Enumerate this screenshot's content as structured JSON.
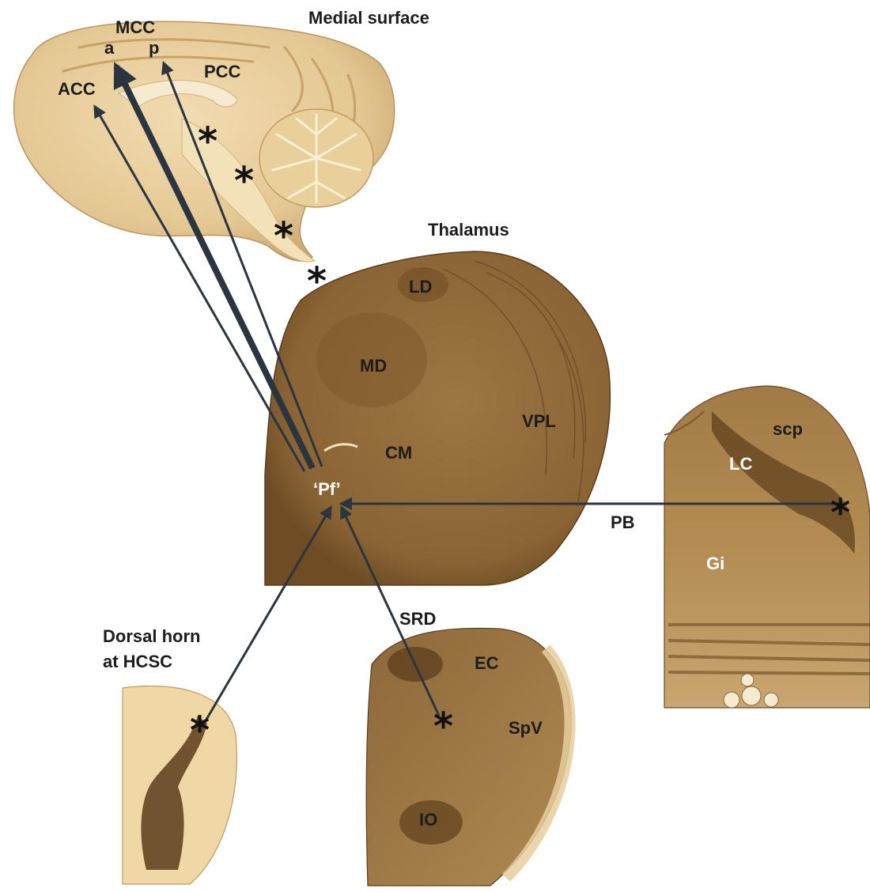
{
  "figure": {
    "labels": {
      "medial_surface": "Medial surface",
      "mcc": "MCC",
      "mcc_a": "a",
      "mcc_p": "p",
      "acc": "ACC",
      "pcc": "PCC",
      "thalamus": "Thalamus",
      "ld": "LD",
      "md": "MD",
      "cm": "CM",
      "vpl": "VPL",
      "pf": "‘Pf’",
      "pb": "PB",
      "scp": "scp",
      "lc": "LC",
      "gi": "Gi",
      "srd": "SRD",
      "ec": "EC",
      "spv": "SpV",
      "io": "IO",
      "dorsal_horn_line1": "Dorsal horn",
      "dorsal_horn_line2": "at HCSC",
      "asterisk": "*"
    },
    "colors": {
      "brain_tissue": "#e8cf9e",
      "thalamus_stain": "#8e6a3a",
      "brainstem_stain": "#b08a52",
      "pale_tissue": "#f0dcae",
      "arrow": "#2b3540"
    }
  }
}
